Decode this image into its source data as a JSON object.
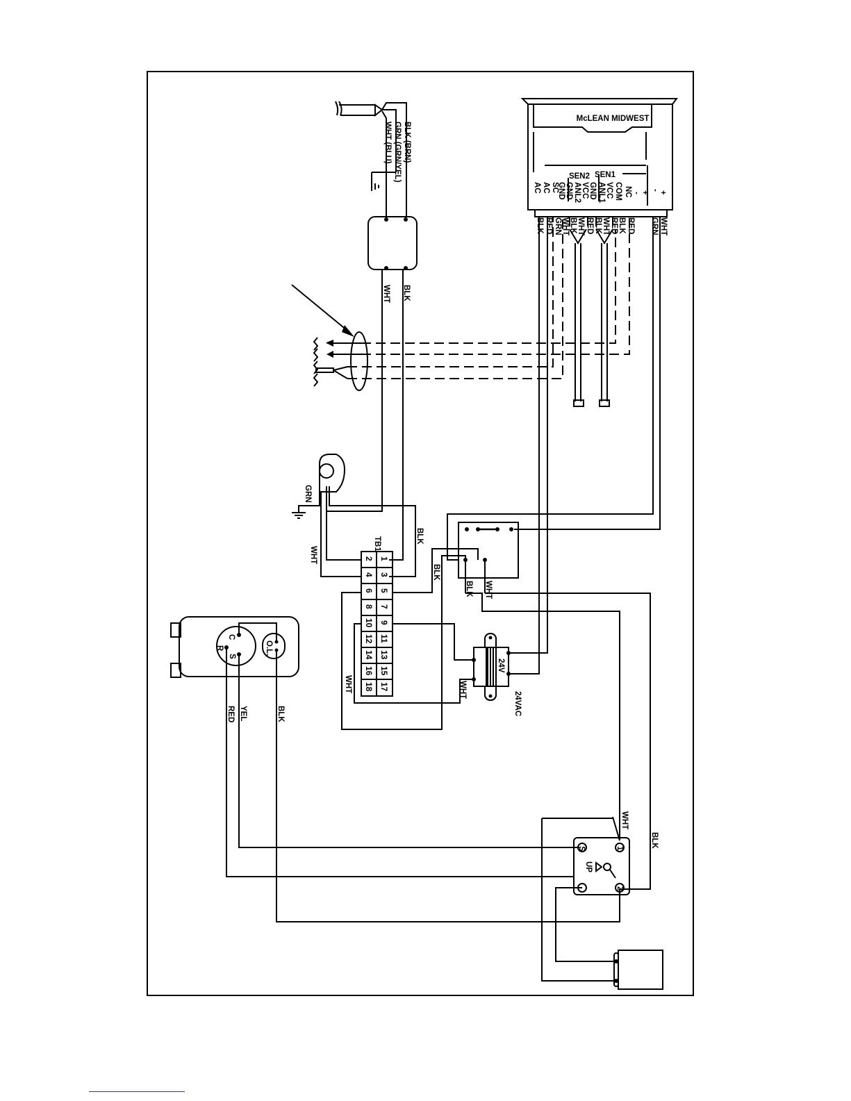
{
  "controller": {
    "brand": "McLEAN MIDWEST",
    "sensor_groups": [
      "SEN2",
      "SEN1"
    ],
    "terminals": [
      "AC",
      "AC",
      "SC",
      "GND",
      "GND",
      "ANL2",
      "VCC",
      "GND",
      "ANL1",
      "VCC",
      "COM",
      "NC",
      "-",
      "+",
      "-",
      "+"
    ],
    "wires": [
      "BLK",
      "RED",
      "GRN",
      "WHT",
      "BLK",
      "WHT",
      "RED",
      "BLK",
      "WHT",
      "RED",
      "BLK",
      "RED",
      "GRN",
      "WHT"
    ]
  },
  "power_cord": {
    "labels": [
      "BLK (BRN)",
      "GRN (GRN/YEL)",
      "WHT (BLU)"
    ]
  },
  "labels": {
    "fan_ground": "GRN",
    "terminal_block": "TB1",
    "transformer_inner": "24V",
    "transformer_rating": "24VAC",
    "compressor_common": "C",
    "compressor_run": "R",
    "compressor_start": "S",
    "overload": "O.L.",
    "relay_arrow": "UP",
    "relay_terminal_1": "1",
    "relay_terminal_2": "2"
  },
  "terminal_block": {
    "rows": [
      [
        "1",
        "2"
      ],
      [
        "3",
        "4"
      ],
      [
        "5",
        "6"
      ],
      [
        "7",
        "8"
      ],
      [
        "9",
        "10"
      ],
      [
        "11",
        "12"
      ],
      [
        "13",
        "14"
      ],
      [
        "15",
        "16"
      ],
      [
        "17",
        "18"
      ]
    ]
  },
  "wire_labels": {
    "filter_out_wht": "WHT",
    "filter_out_blk": "BLK",
    "fan_wht": "WHT",
    "fan_blk": "BLK",
    "tb_blk": "BLK",
    "switch_blk": "BLK",
    "switch_wht": "WHT",
    "tb_wht": "WHT",
    "transformer_wht": "WHT",
    "comp_red": "RED",
    "comp_yel": "YEL",
    "comp_blk": "BLK",
    "relay_wht": "WHT",
    "relay_blk": "BLK"
  }
}
